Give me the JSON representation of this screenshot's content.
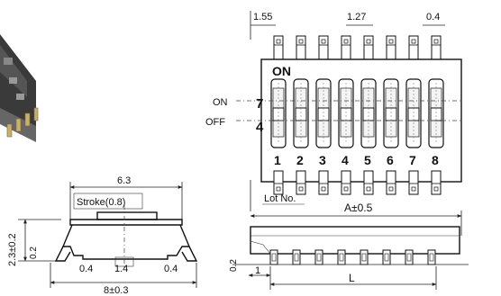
{
  "top_view": {
    "dims": {
      "lead_width": "1.55",
      "pitch": "1.27",
      "lead_tip": "0.4"
    },
    "on_marking": "ON",
    "side_labels": {
      "on": "ON",
      "off": "OFF"
    },
    "shown_position_top": "7",
    "shown_position_bottom": "4",
    "switch_numbers": [
      "1",
      "2",
      "3",
      "4",
      "5",
      "6",
      "7",
      "8"
    ],
    "lot_label": "Lot No."
  },
  "front_view": {
    "width": "6.3",
    "stroke": "Stroke(0.8)",
    "height": "2.3±0.2",
    "standoff": "0.2",
    "foot_left": "0.4",
    "actuator": "1.4",
    "foot_right": "0.4",
    "span": "8±0.3"
  },
  "side_view": {
    "length": "A±0.5",
    "standoff": "0.2",
    "offset": "1",
    "lead_length": "L"
  }
}
